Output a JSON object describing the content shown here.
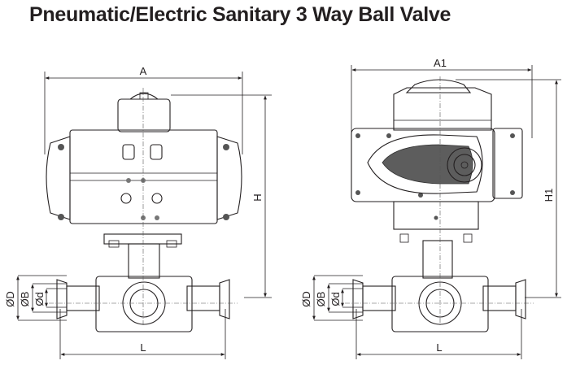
{
  "title": "Pneumatic/Electric Sanitary 3 Way Ball Valve",
  "left_view": {
    "label_A": "A",
    "label_H": "H",
    "label_L": "L",
    "label_D": "ØD",
    "label_B": "ØB",
    "label_d": "Ød"
  },
  "right_view": {
    "label_A1": "A1",
    "label_H1": "H1",
    "label_L": "L",
    "label_D": "ØD",
    "label_B": "ØB",
    "label_d": "Ød"
  }
}
